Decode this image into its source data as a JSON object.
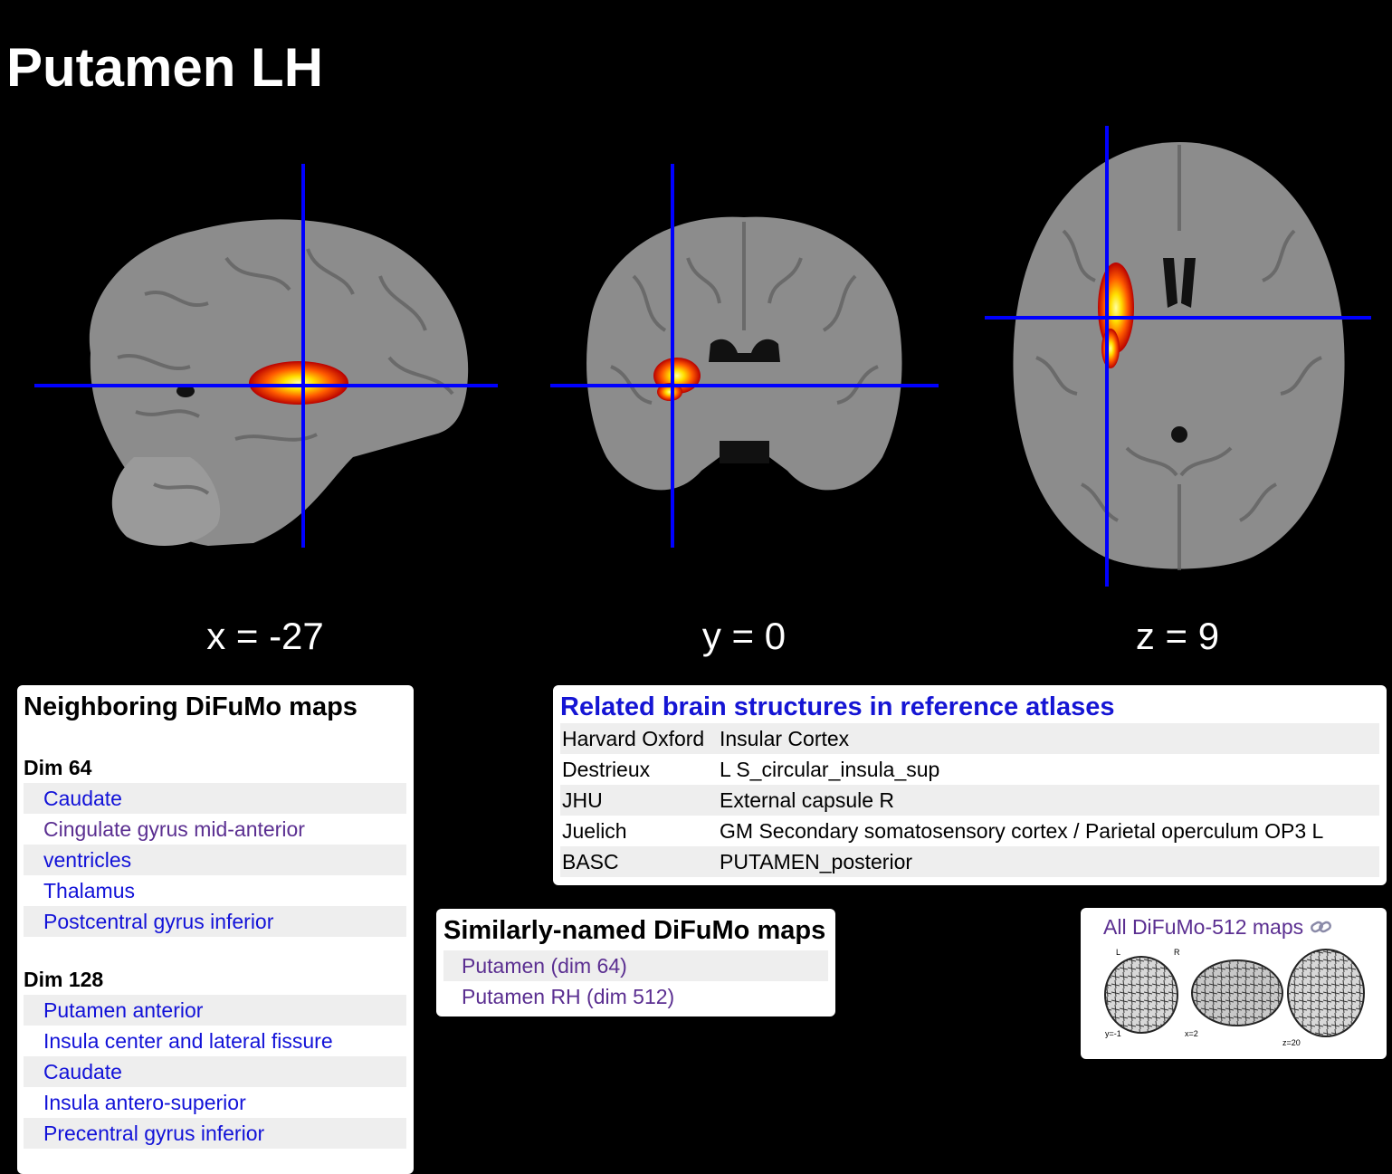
{
  "page": {
    "title": "Putamen LH"
  },
  "slices": {
    "sagittal": {
      "label": "x = -27"
    },
    "coronal": {
      "label": "y = 0"
    },
    "axial": {
      "label": "z = 9"
    }
  },
  "neighbors": {
    "heading": "Neighboring DiFuMo maps",
    "groups": [
      {
        "title": "Dim 64",
        "items": [
          {
            "label": "Caudate",
            "visited": false
          },
          {
            "label": "Cingulate gyrus mid-anterior",
            "visited": true
          },
          {
            "label": "ventricles",
            "visited": false
          },
          {
            "label": "Thalamus",
            "visited": false
          },
          {
            "label": "Postcentral gyrus inferior",
            "visited": false
          }
        ]
      },
      {
        "title": "Dim 128",
        "items": [
          {
            "label": "Putamen anterior",
            "visited": false
          },
          {
            "label": "Insula center and lateral fissure",
            "visited": false
          },
          {
            "label": "Caudate",
            "visited": false
          },
          {
            "label": "Insula antero-superior",
            "visited": false
          },
          {
            "label": "Precentral gyrus inferior",
            "visited": false
          }
        ]
      }
    ]
  },
  "related": {
    "heading": "Related brain structures in reference atlases",
    "heading_color": "#1515d4",
    "rows": [
      {
        "atlas": "Harvard Oxford",
        "structure": "Insular Cortex"
      },
      {
        "atlas": "Destrieux",
        "structure": "L S_circular_insula_sup"
      },
      {
        "atlas": "JHU",
        "structure": "External capsule R"
      },
      {
        "atlas": "Juelich",
        "structure": "GM Secondary somatosensory cortex / Parietal operculum OP3 L"
      },
      {
        "atlas": "BASC",
        "structure": "PUTAMEN_posterior"
      }
    ]
  },
  "similar": {
    "heading": "Similarly-named DiFuMo maps",
    "items": [
      {
        "label": "Putamen (dim 64)"
      },
      {
        "label": "Putamen RH (dim 512)"
      }
    ]
  },
  "all_maps": {
    "link_label": "All DiFuMo-512 maps",
    "link_icon": "link-icon",
    "thumbnail": {
      "left_label": "L",
      "right_label": "R",
      "slice_labels": [
        "y=-1",
        "x=2",
        "z=20"
      ]
    }
  },
  "colors": {
    "background": "#000000",
    "crosshair": "#0000ff",
    "link": "#1212d8",
    "visited_link": "#5b2f91"
  }
}
